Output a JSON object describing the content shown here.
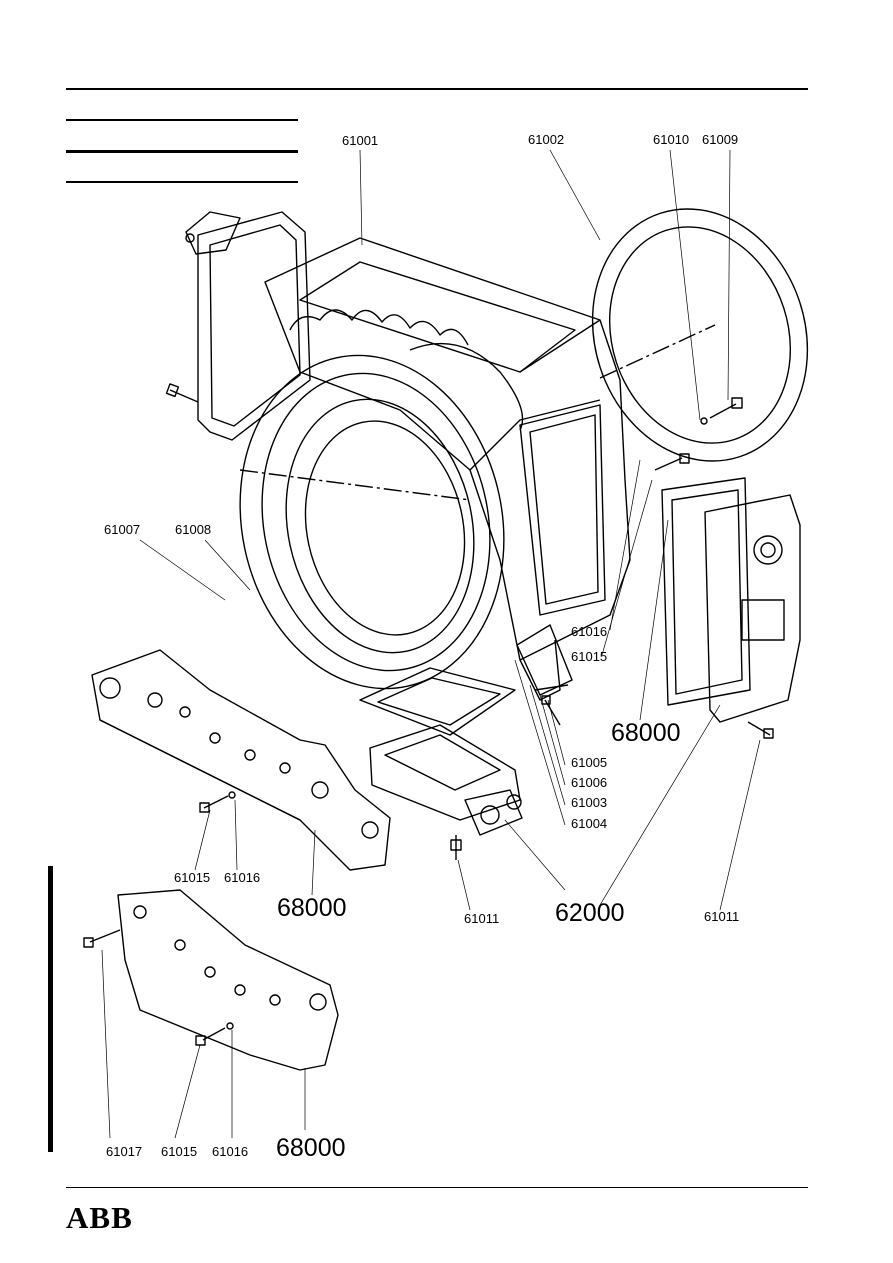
{
  "brand": {
    "logo_text": "ABB"
  },
  "part_labels": [
    {
      "id": "p61001",
      "text": "61001"
    },
    {
      "id": "p61002",
      "text": "61002"
    },
    {
      "id": "p61010",
      "text": "61010"
    },
    {
      "id": "p61009",
      "text": "61009"
    },
    {
      "id": "p61007",
      "text": "61007"
    },
    {
      "id": "p61008",
      "text": "61008"
    },
    {
      "id": "p61016a",
      "text": "61016"
    },
    {
      "id": "p61015a",
      "text": "61015"
    },
    {
      "id": "p68000a",
      "text": "68000"
    },
    {
      "id": "p61005",
      "text": "61005"
    },
    {
      "id": "p61006",
      "text": "61006"
    },
    {
      "id": "p61003",
      "text": "61003"
    },
    {
      "id": "p61004",
      "text": "61004"
    },
    {
      "id": "p61015b",
      "text": "61015"
    },
    {
      "id": "p61016b",
      "text": "61016"
    },
    {
      "id": "p68000b",
      "text": "68000"
    },
    {
      "id": "p61011a",
      "text": "61011"
    },
    {
      "id": "p62000",
      "text": "62000"
    },
    {
      "id": "p61011b",
      "text": "61011"
    },
    {
      "id": "p61017",
      "text": "61017"
    },
    {
      "id": "p61015c",
      "text": "61015"
    },
    {
      "id": "p61016c",
      "text": "61016"
    },
    {
      "id": "p68000c",
      "text": "68000"
    }
  ]
}
